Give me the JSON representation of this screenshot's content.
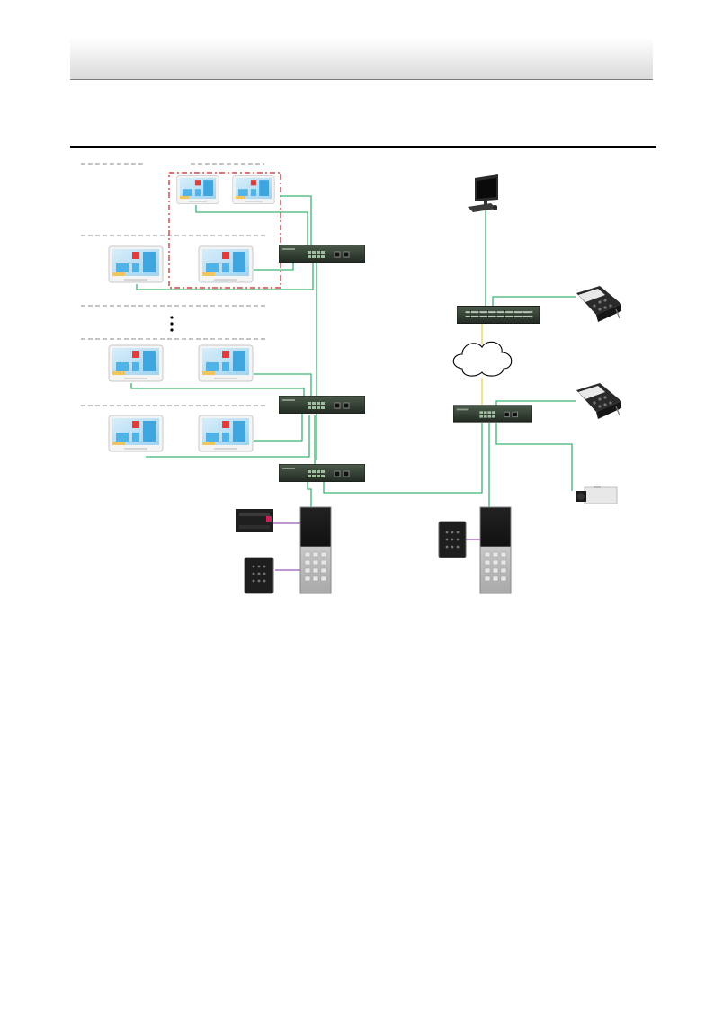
{
  "header": {
    "title": ""
  },
  "diagram": {
    "colors": {
      "ethernet": "#3cb371",
      "fiber": "#e8d44d",
      "rs485": "#9b59b6",
      "group_box": "#cc2222"
    },
    "nodes": [
      "indoor-monitor",
      "indoor-extension",
      "poe-switch",
      "core-switch",
      "access-switch",
      "client-pc",
      "master-station",
      "network-cloud",
      "ip-camera",
      "door-station",
      "card-reader",
      "distributed-controller"
    ]
  }
}
